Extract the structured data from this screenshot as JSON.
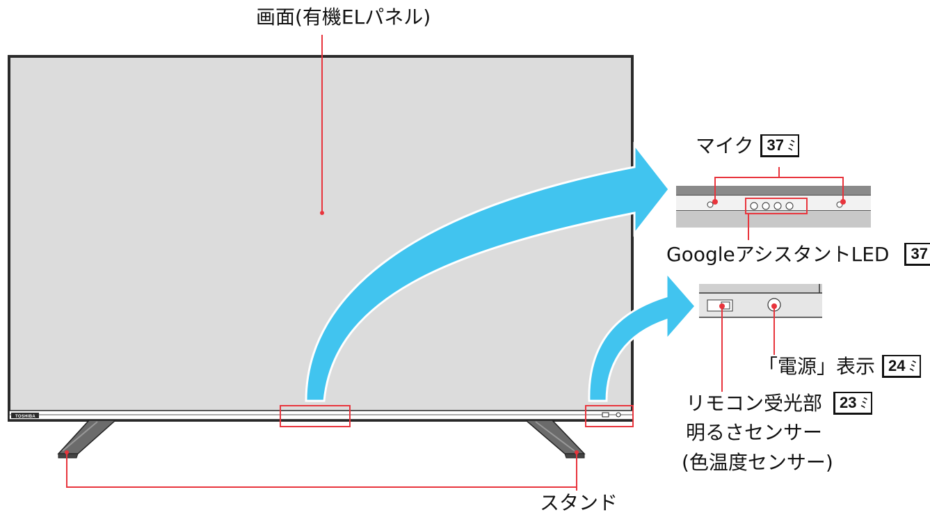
{
  "brand": "TOSHIBA",
  "labels": {
    "screen": "画面(有機ELパネル)",
    "mic": "マイク",
    "mic_ref": "37",
    "led": "GoogleアシスタントLED",
    "led_ref": "37",
    "power": "「電源」表示",
    "power_ref": "24",
    "remote": "リモコン受光部",
    "remote_ref": "23",
    "brightness": "明るさセンサー",
    "color_temp": "(色温度センサー)",
    "stand": "スタンド"
  },
  "ref_mark": "ﾐ",
  "colors": {
    "panel": "#dcdcdc",
    "bezel": "#1a1a1a",
    "callout": "#e8343c",
    "arrow": "#41c4ef",
    "stand": "#6b6b6b",
    "detail_bg": "#c8c8c8"
  },
  "icons": {
    "ref_page": "page-reference-icon"
  }
}
